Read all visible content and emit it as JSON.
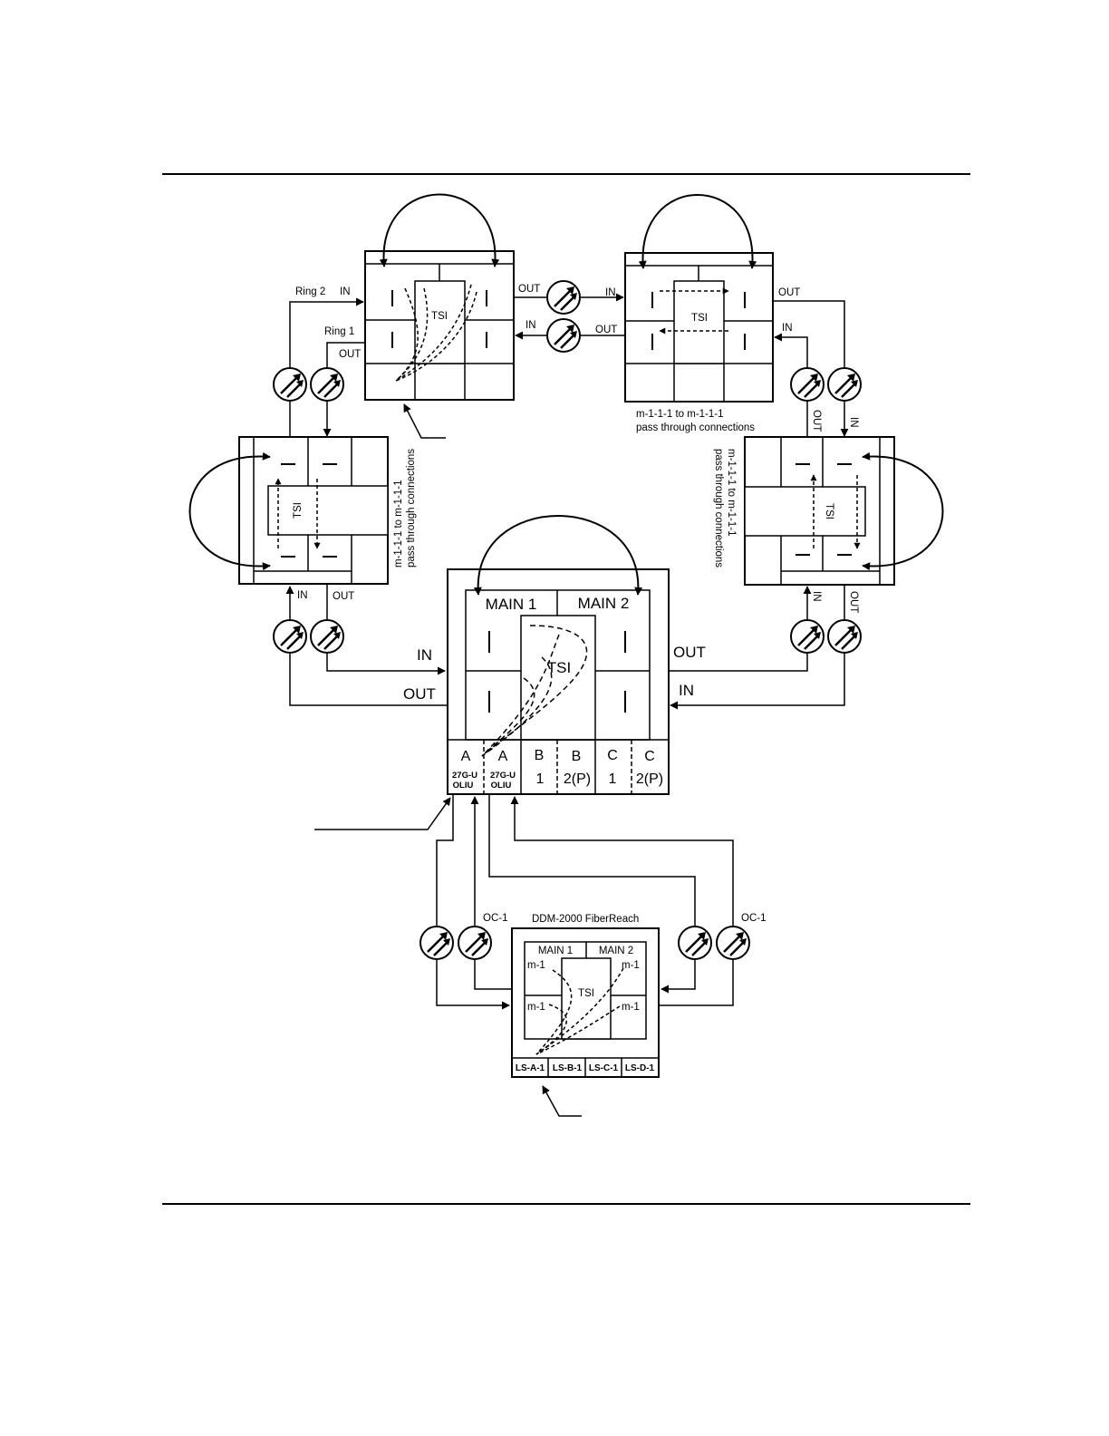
{
  "colors": {
    "ink": "#000000",
    "paper": "#ffffff"
  },
  "icons": {
    "optical_link": "optical-transceiver-icon",
    "arrow": "arrowhead-icon"
  },
  "labels": {
    "ring2": "Ring 2",
    "ring1": "Ring 1",
    "in": "IN",
    "out": "OUT",
    "tsi": "TSI",
    "main1": "MAIN 1",
    "main2": "MAIN 2",
    "pass_through_line1": "m-1-1-1 to m-1-1-1",
    "pass_through_line2": "pass through connections",
    "oc1": "OC-1",
    "ddm_fiberreach": "DDM-2000 FiberReach",
    "m1": "m-1",
    "slot_a": "A",
    "slot_b": "B",
    "slot_c": "C",
    "slot_1": "1",
    "slot_2p": "2(P)",
    "oliu_line1": "27G-U",
    "oliu_line2": "OLIU",
    "ls_a1": "LS-A-1",
    "ls_b1": "LS-B-1",
    "ls_c1": "LS-C-1",
    "ls_d1": "LS-D-1"
  }
}
